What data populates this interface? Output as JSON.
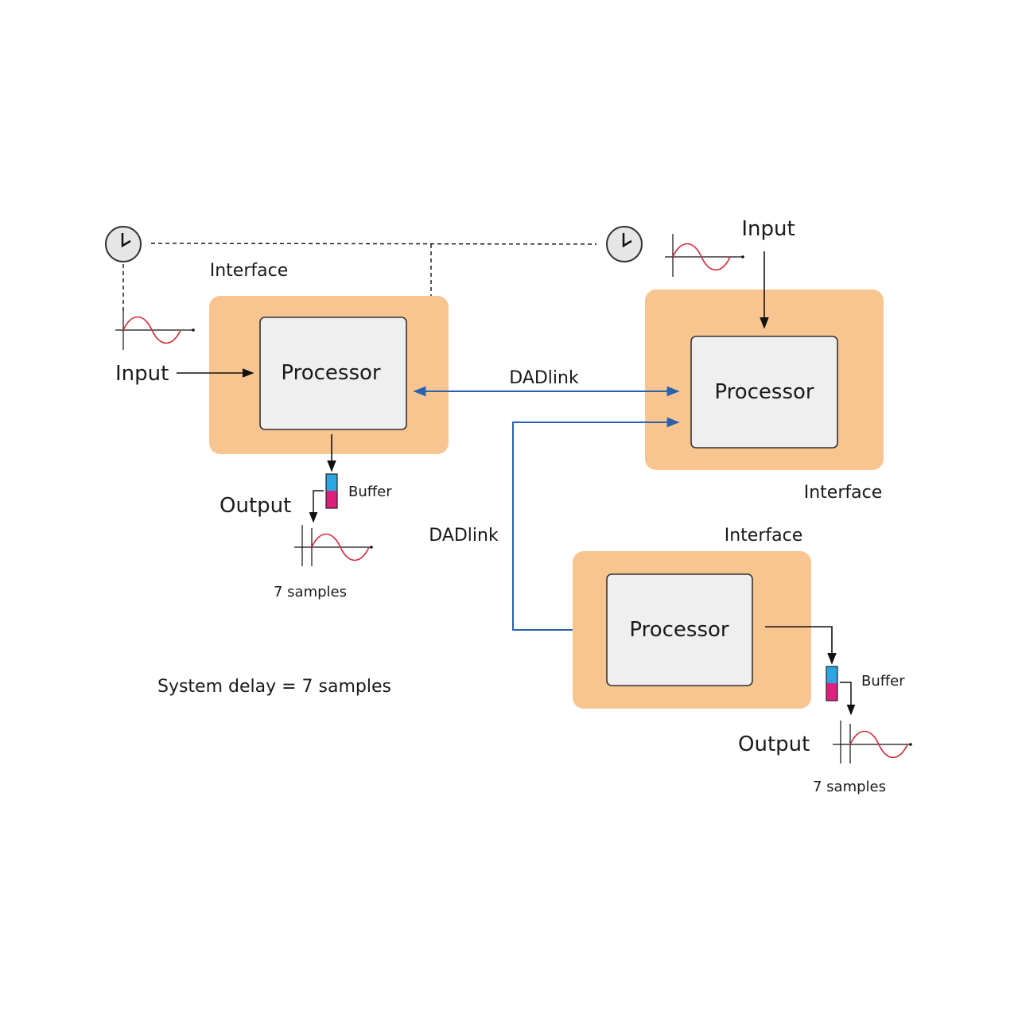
{
  "colors": {
    "interface_fill": "#f8c590",
    "processor_fill": "#efefef",
    "processor_stroke": "#333333",
    "link_blue": "#2a62ad",
    "wave_red": "#d42b3a",
    "buffer_blue": "#2aa7e0",
    "buffer_magenta": "#de1f7e"
  },
  "node_a": {
    "interface_label": "Interface",
    "processor_label": "Processor",
    "input_label": "Input",
    "output_label": "Output",
    "buffer_label": "Buffer",
    "samples_label": "7 samples"
  },
  "node_b": {
    "interface_label": "Interface",
    "processor_label": "Processor",
    "input_label": "Input"
  },
  "node_c": {
    "interface_label": "Interface",
    "processor_label": "Processor",
    "output_label": "Output",
    "buffer_label": "Buffer",
    "samples_label": "7 samples"
  },
  "links": {
    "top_label": "DADlink",
    "left_label": "DADlink"
  },
  "system_delay": "System delay = 7 samples",
  "icons": [
    "clock-icon",
    "clock-icon",
    "sine-wave-icon",
    "buffer-icon"
  ]
}
